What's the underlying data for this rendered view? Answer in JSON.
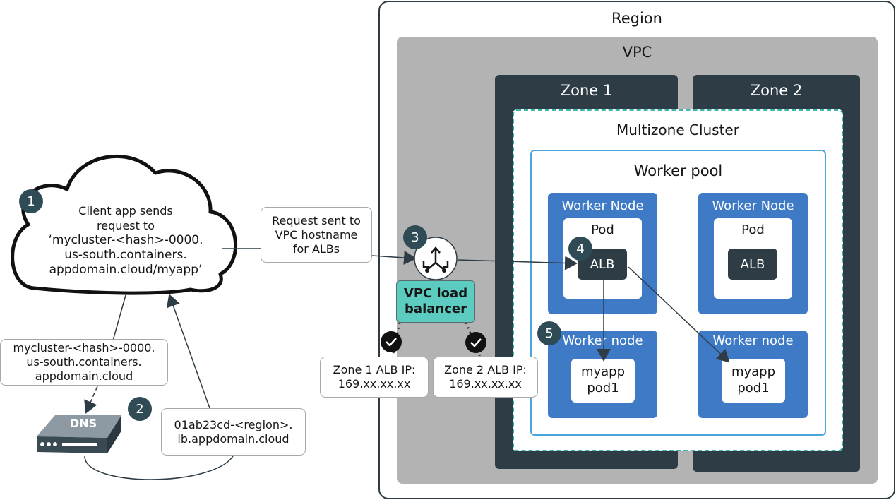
{
  "region": {
    "title": "Region"
  },
  "vpc": {
    "title": "VPC"
  },
  "zones": [
    {
      "title": "Zone 1"
    },
    {
      "title": "Zone 2"
    }
  ],
  "cluster": {
    "title": "Multizone Cluster"
  },
  "worker_pool": {
    "title": "Worker pool"
  },
  "worker_nodes_alb": [
    {
      "title": "Worker Node",
      "pod": "Pod",
      "alb": "ALB"
    },
    {
      "title": "Worker Node",
      "pod": "Pod",
      "alb": "ALB"
    }
  ],
  "worker_nodes_app": [
    {
      "title": "Worker node",
      "app_line1": "myapp",
      "app_line2": "pod1"
    },
    {
      "title": "Worker node",
      "app_line1": "myapp",
      "app_line2": "pod1"
    }
  ],
  "client": {
    "line1": "Client app sends",
    "line2": "request to",
    "line3": "‘mycluster-<hash>-0000.",
    "line4": "us-south.containers.",
    "line5": "appdomain.cloud/myapp’"
  },
  "request_box": {
    "line1": "Request sent to",
    "line2": "VPC hostname",
    "line3": "for ALBs"
  },
  "load_balancer": {
    "line1": "VPC load",
    "line2": "balancer"
  },
  "zone1_alb_ip": {
    "line1": "Zone 1 ALB IP:",
    "line2": "169.xx.xx.xx"
  },
  "zone2_alb_ip": {
    "line1": "Zone 2 ALB IP:",
    "line2": "169.xx.xx.xx"
  },
  "dns_query": {
    "line1": "mycluster-<hash>-0000.",
    "line2": "us-south.containers.",
    "line3": "appdomain.cloud"
  },
  "dns_response": {
    "line1": "01ab23cd-<region>.",
    "line2": "lb.appdomain.cloud"
  },
  "dns": {
    "label": "DNS"
  },
  "steps": [
    "1",
    "2",
    "3",
    "4",
    "5"
  ],
  "colors": {
    "zone": "#2e3c45",
    "worker_node": "#3f7ac6",
    "load_balancer": "#5ccbc0",
    "vpc": "#b3b3b3",
    "cluster_border": "#3fb7a8",
    "pool_border": "#4aa6dd",
    "badge": "#2f4b55"
  }
}
